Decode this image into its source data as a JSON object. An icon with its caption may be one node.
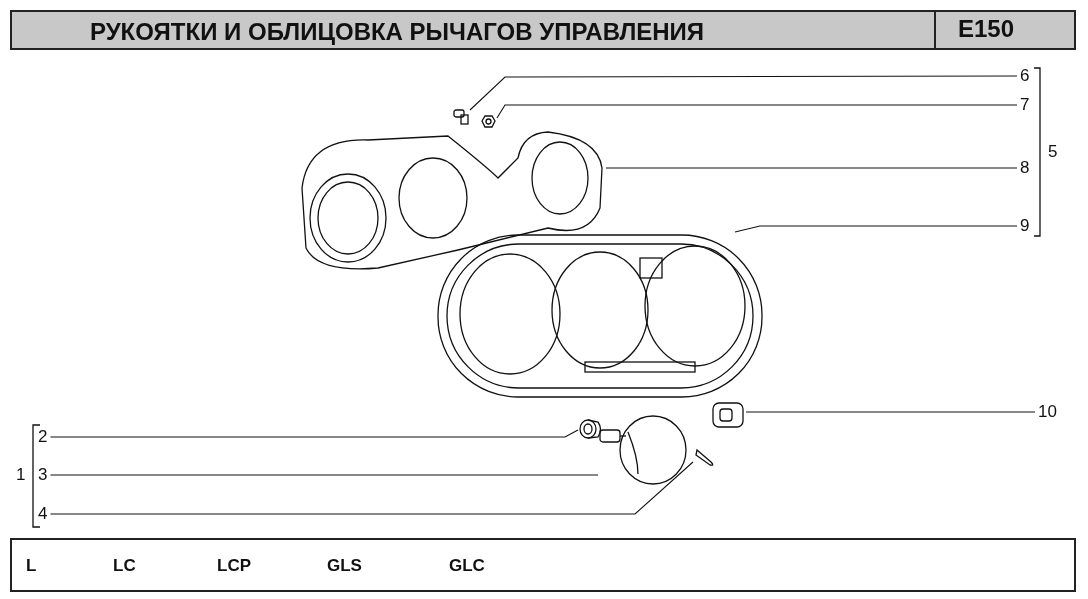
{
  "diagram": {
    "title": "РУКОЯТКИ И ОБЛИЦОВКА РЫЧАГОВ УПРАВЛЕНИЯ",
    "nodes": [
      {
        "text": [
          "6"
        ]
      },
      {
        "text": [],
        "shape": "picture"
      },
      {
        "text": [
          "7"
        ]
      },
      {
        "text": [],
        "shape": "picture"
      },
      {
        "text": [
          "8"
        ]
      },
      {
        "text": [],
        "shape": "picture"
      },
      {
        "text": [
          "9"
        ]
      },
      {
        "text": [],
        "shape": "picture"
      },
      {
        "text": [
          "10"
        ]
      },
      {
        "text": [],
        "shape": "picture"
      },
      {
        "text": [
          "2"
        ]
      },
      {
        "text": [],
        "shape": "picture"
      },
      {
        "text": [
          "3"
        ]
      },
      {
        "text": [],
        "shape": "picture"
      },
      {
        "text": [
          "4"
        ]
      },
      {
        "text": [],
        "shape": "picture"
      }
    ],
    "edges": [
      {
        "from": 0,
        "to": 1,
        "arrow": "none"
      },
      {
        "from": 2,
        "to": 3,
        "arrow": "none"
      },
      {
        "from": 4,
        "to": 5,
        "arrow": "none"
      },
      {
        "from": 6,
        "to": 7,
        "arrow": "none"
      },
      {
        "from": 8,
        "to": 9,
        "arrow": "none"
      },
      {
        "from": 10,
        "to": 11,
        "arrow": "none"
      },
      {
        "from": 12,
        "to": 13,
        "arrow": "none"
      },
      {
        "from": 14,
        "to": 15,
        "arrow": "none"
      }
    ],
    "labels": [
      "E150",
      "5",
      "1",
      "L",
      "LC",
      "LCP",
      "GLS",
      "GLC"
    ]
  }
}
